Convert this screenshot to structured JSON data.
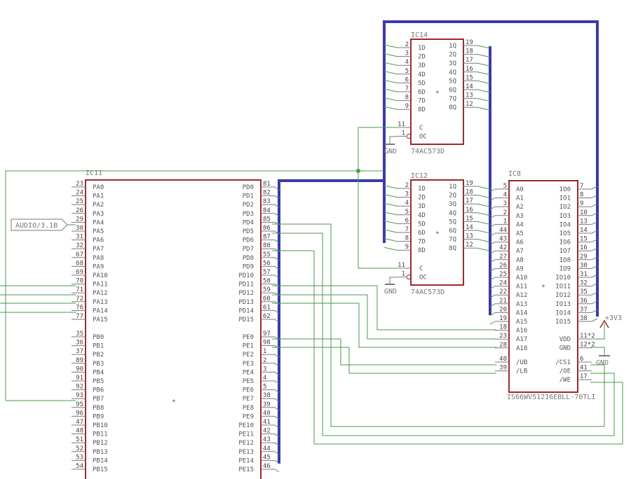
{
  "parts": {
    "ic14": {
      "name": "IC14",
      "value": "74AC573D",
      "left_pins": [
        [
          "2",
          "1D"
        ],
        [
          "3",
          "2D"
        ],
        [
          "4",
          "3D"
        ],
        [
          "5",
          "4D"
        ],
        [
          "6",
          "5D"
        ],
        [
          "7",
          "6D"
        ],
        [
          "8",
          "7D"
        ],
        [
          "9",
          "8D"
        ]
      ],
      "right_pins": [
        [
          "19",
          "1Q"
        ],
        [
          "18",
          "2Q"
        ],
        [
          "17",
          "3Q"
        ],
        [
          "16",
          "4Q"
        ],
        [
          "15",
          "5Q"
        ],
        [
          "14",
          "6Q"
        ],
        [
          "13",
          "7Q"
        ],
        [
          "12",
          "8Q"
        ]
      ],
      "ctrl_pins": [
        [
          "11",
          "C"
        ],
        [
          "1",
          "OC"
        ]
      ]
    },
    "ic12": {
      "name": "IC12",
      "value": "74AC573D",
      "left_pins": [
        [
          "2",
          "1D"
        ],
        [
          "3",
          "2D"
        ],
        [
          "4",
          "3D"
        ],
        [
          "5",
          "4D"
        ],
        [
          "6",
          "5D"
        ],
        [
          "7",
          "6D"
        ],
        [
          "8",
          "7D"
        ],
        [
          "9",
          "8D"
        ]
      ],
      "right_pins": [
        [
          "19",
          "1Q"
        ],
        [
          "18",
          "2Q"
        ],
        [
          "17",
          "3Q"
        ],
        [
          "16",
          "4Q"
        ],
        [
          "15",
          "5Q"
        ],
        [
          "14",
          "6Q"
        ],
        [
          "13",
          "7Q"
        ],
        [
          "12",
          "8Q"
        ]
      ],
      "ctrl_pins": [
        [
          "11",
          "C"
        ],
        [
          "1",
          "OC"
        ]
      ]
    },
    "ic8": {
      "name": "IC8",
      "value": "IS66WV51216EBLL-70TLI",
      "left_pins": [
        [
          "5",
          "A0"
        ],
        [
          "4",
          "A1"
        ],
        [
          "3",
          "A2"
        ],
        [
          "2",
          "A3"
        ],
        [
          "1",
          "A4"
        ],
        [
          "44",
          "A5"
        ],
        [
          "43",
          "A6"
        ],
        [
          "42",
          "A7"
        ],
        [
          "27",
          "A8"
        ],
        [
          "26",
          "A9"
        ],
        [
          "25",
          "A10"
        ],
        [
          "24",
          "A11"
        ],
        [
          "22",
          "A12"
        ],
        [
          "21",
          "A13"
        ],
        [
          "20",
          "A14"
        ],
        [
          "19",
          "A15"
        ],
        [
          "18",
          "A16"
        ],
        [
          "23",
          "A17"
        ],
        [
          "28",
          "A18"
        ]
      ],
      "left_ctrl_pins": [
        [
          "40",
          "/UB"
        ],
        [
          "39",
          "/LB"
        ]
      ],
      "right_pins": [
        [
          "7",
          "IO0"
        ],
        [
          "8",
          "IO1"
        ],
        [
          "9",
          "IO2"
        ],
        [
          "10",
          "IO3"
        ],
        [
          "13",
          "IO4"
        ],
        [
          "14",
          "IO5"
        ],
        [
          "15",
          "IO6"
        ],
        [
          "16",
          "IO7"
        ],
        [
          "29",
          "IO8"
        ],
        [
          "30",
          "IO9"
        ],
        [
          "31",
          "IO10"
        ],
        [
          "32",
          "IO11"
        ],
        [
          "35",
          "IO12"
        ],
        [
          "36",
          "IO13"
        ],
        [
          "37",
          "IO14"
        ],
        [
          "38",
          "IO15"
        ]
      ],
      "right_power_pins": [
        [
          "11*2",
          "VDD"
        ],
        [
          "12*2",
          "GND"
        ]
      ],
      "right_ctrl_pins": [
        [
          "6",
          "/CS1"
        ],
        [
          "41",
          "/OE"
        ],
        [
          "17",
          "/WE"
        ]
      ]
    },
    "ic11": {
      "name": "IC11",
      "pa_pins": [
        [
          "23",
          "PA0"
        ],
        [
          "24",
          "PA1"
        ],
        [
          "25",
          "PA2"
        ],
        [
          "26",
          "PA3"
        ],
        [
          "29",
          "PA4"
        ],
        [
          "30",
          "PA5"
        ],
        [
          "31",
          "PA6"
        ],
        [
          "32",
          "PA7"
        ],
        [
          "67",
          "PA8"
        ],
        [
          "68",
          "PA9"
        ],
        [
          "69",
          "PA10"
        ],
        [
          "70",
          "PA11"
        ],
        [
          "71",
          "PA12"
        ],
        [
          "72",
          "PA13"
        ],
        [
          "76",
          "PA14"
        ],
        [
          "77",
          "PA15"
        ]
      ],
      "pb_pins": [
        [
          "35",
          "PB0"
        ],
        [
          "36",
          "PB1"
        ],
        [
          "37",
          "PB2"
        ],
        [
          "89",
          "PB3"
        ],
        [
          "90",
          "PB4"
        ],
        [
          "91",
          "PB5"
        ],
        [
          "92",
          "PB6"
        ],
        [
          "93",
          "PB7"
        ],
        [
          "95",
          "PB8"
        ],
        [
          "96",
          "PB9"
        ],
        [
          "47",
          "PB10"
        ],
        [
          "48",
          "PB11"
        ],
        [
          "51",
          "PB12"
        ],
        [
          "52",
          "PB13"
        ],
        [
          "53",
          "PB14"
        ],
        [
          "54",
          "PB15"
        ]
      ],
      "pd_pins": [
        [
          "81",
          "PD0"
        ],
        [
          "82",
          "PD1"
        ],
        [
          "83",
          "PD2"
        ],
        [
          "84",
          "PD3"
        ],
        [
          "85",
          "PD4"
        ],
        [
          "86",
          "PD5"
        ],
        [
          "87",
          "PD6"
        ],
        [
          "88",
          "PD7"
        ],
        [
          "55",
          "PD8"
        ],
        [
          "56",
          "PD9"
        ],
        [
          "57",
          "PD10"
        ],
        [
          "58",
          "PD11"
        ],
        [
          "59",
          "PD12"
        ],
        [
          "60",
          "PD13"
        ],
        [
          "61",
          "PD14"
        ],
        [
          "62",
          "PD15"
        ]
      ],
      "pe_pins": [
        [
          "97",
          "PE0"
        ],
        [
          "98",
          "PE1"
        ],
        [
          "1",
          "PE2"
        ],
        [
          "2",
          "PE3"
        ],
        [
          "3",
          "PE4"
        ],
        [
          "4",
          "PE5"
        ],
        [
          "5",
          "PE6"
        ],
        [
          "38",
          "PE7"
        ],
        [
          "39",
          "PE8"
        ],
        [
          "40",
          "PE9"
        ],
        [
          "41",
          "PE10"
        ],
        [
          "42",
          "PE11"
        ],
        [
          "43",
          "PE12"
        ],
        [
          "44",
          "PE13"
        ],
        [
          "45",
          "PE14"
        ],
        [
          "46",
          "PE15"
        ]
      ]
    }
  },
  "labels": {
    "audio": "AUDIO/3.1B",
    "gnd_ic14": "GND",
    "gnd_ic12": "GND",
    "gnd_ic8": "GND",
    "vcc": "+3V3"
  },
  "colors": {
    "part_body": "#9a2a2a",
    "net": "#4a9a4a",
    "bus": "#3a3aa8",
    "pin": "#7a7a7a",
    "text": "#555555"
  }
}
